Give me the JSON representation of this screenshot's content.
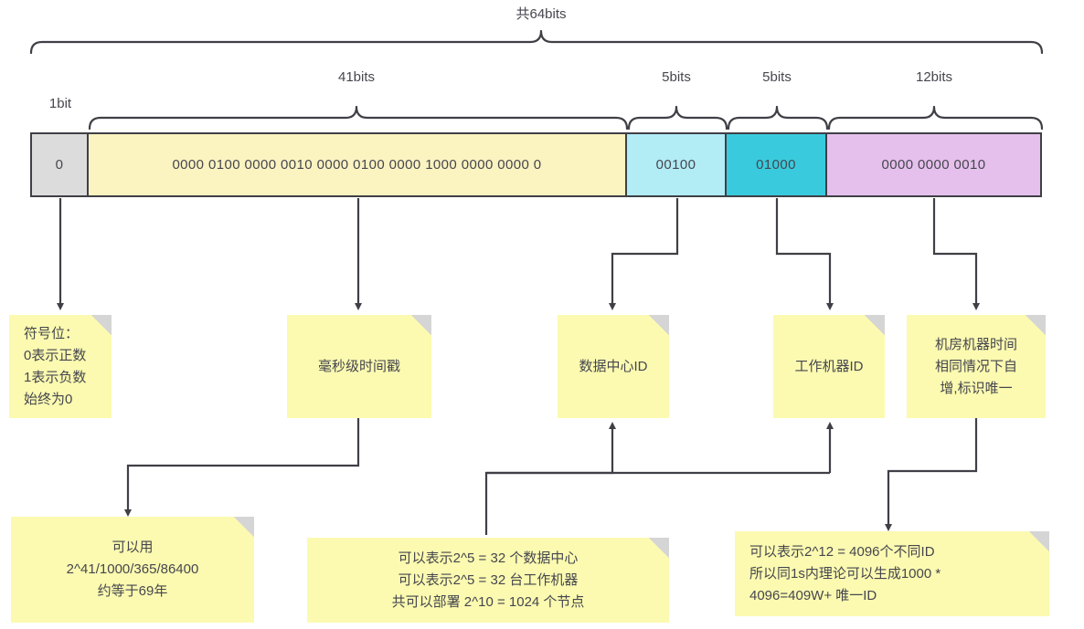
{
  "diagram": {
    "title_brace": "共64bits",
    "bar": {
      "segments": [
        {
          "key": "sign",
          "label": "1bit",
          "value": "0",
          "color": "#dcdcdc"
        },
        {
          "key": "time",
          "label": "41bits",
          "value": "0000 0100 0000 0010 0000 0100 0000 1000 0000 0000 0",
          "color": "#fbf3c0"
        },
        {
          "key": "dc",
          "label": "5bits",
          "value": "00100",
          "color": "#b2ecf5"
        },
        {
          "key": "worker",
          "label": "5bits",
          "value": "01000",
          "color": "#39cbdd"
        },
        {
          "key": "seq",
          "label": "12bits",
          "value": "0000 0000 0010",
          "color": "#e5c0ec"
        }
      ]
    },
    "notes_mid": [
      {
        "key": "sign-note",
        "text": "符号位：\n0表示正数\n1表示负数\n始终为0"
      },
      {
        "key": "time-note",
        "text": "毫秒级时间戳"
      },
      {
        "key": "dc-note",
        "text": "数据中心ID"
      },
      {
        "key": "worker-note",
        "text": "工作机器ID"
      },
      {
        "key": "seq-note",
        "text": "机房机器时间\n相同情况下自\n增,标识唯一"
      }
    ],
    "notes_bottom": [
      {
        "key": "time-detail-note",
        "text": "可以用\n2^41/1000/365/86400\n约等于69年"
      },
      {
        "key": "dcworker-detail-note",
        "text": "可以表示2^5 = 32 个数据中心\n可以表示2^5 = 32 台工作机器\n共可以部署 2^10 = 1024 个节点"
      },
      {
        "key": "seq-detail-note",
        "text": "可以表示2^12 = 4096个不同ID\n所以同1s内理论可以生成1000 *\n4096=409W+ 唯一ID"
      }
    ]
  },
  "colors": {
    "stroke": "#3f3f46",
    "note_bg": "#fbfab0",
    "fold": "#d5d5d5",
    "text": "#46464f",
    "page_bg": "#ffffff"
  }
}
